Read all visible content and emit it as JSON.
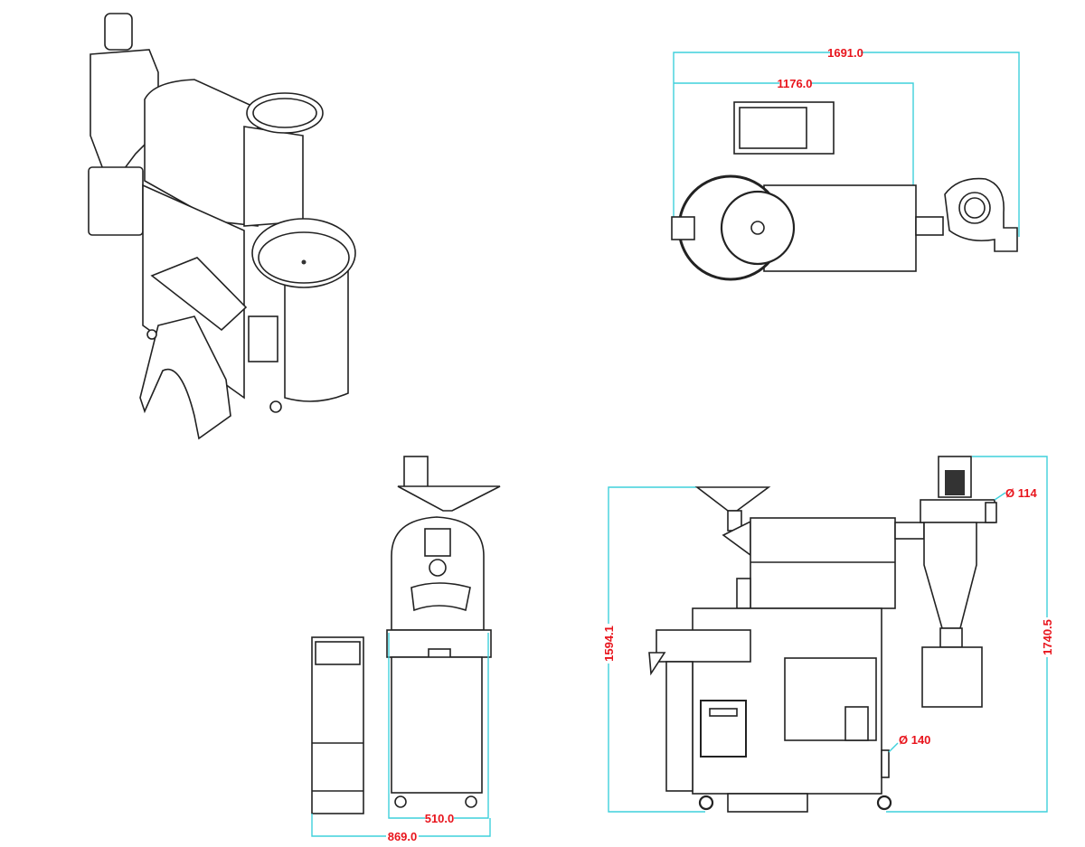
{
  "drawing": {
    "views": [
      "isometric-view",
      "top-view",
      "front-view",
      "side-view"
    ],
    "dimensions": {
      "top_overall_length": "1691.0",
      "top_drum_length": "1176.0",
      "front_cabinet_width": "510.0",
      "front_overall_width": "869.0",
      "side_body_height": "1594.1",
      "side_overall_height": "1740.5",
      "cyclone_outlet_diameter": "Ø 114",
      "exhaust_diameter": "Ø 140"
    },
    "colors": {
      "dimension_line": "#3fd0dc",
      "dimension_text": "#e8141c",
      "outline": "#222222"
    }
  }
}
